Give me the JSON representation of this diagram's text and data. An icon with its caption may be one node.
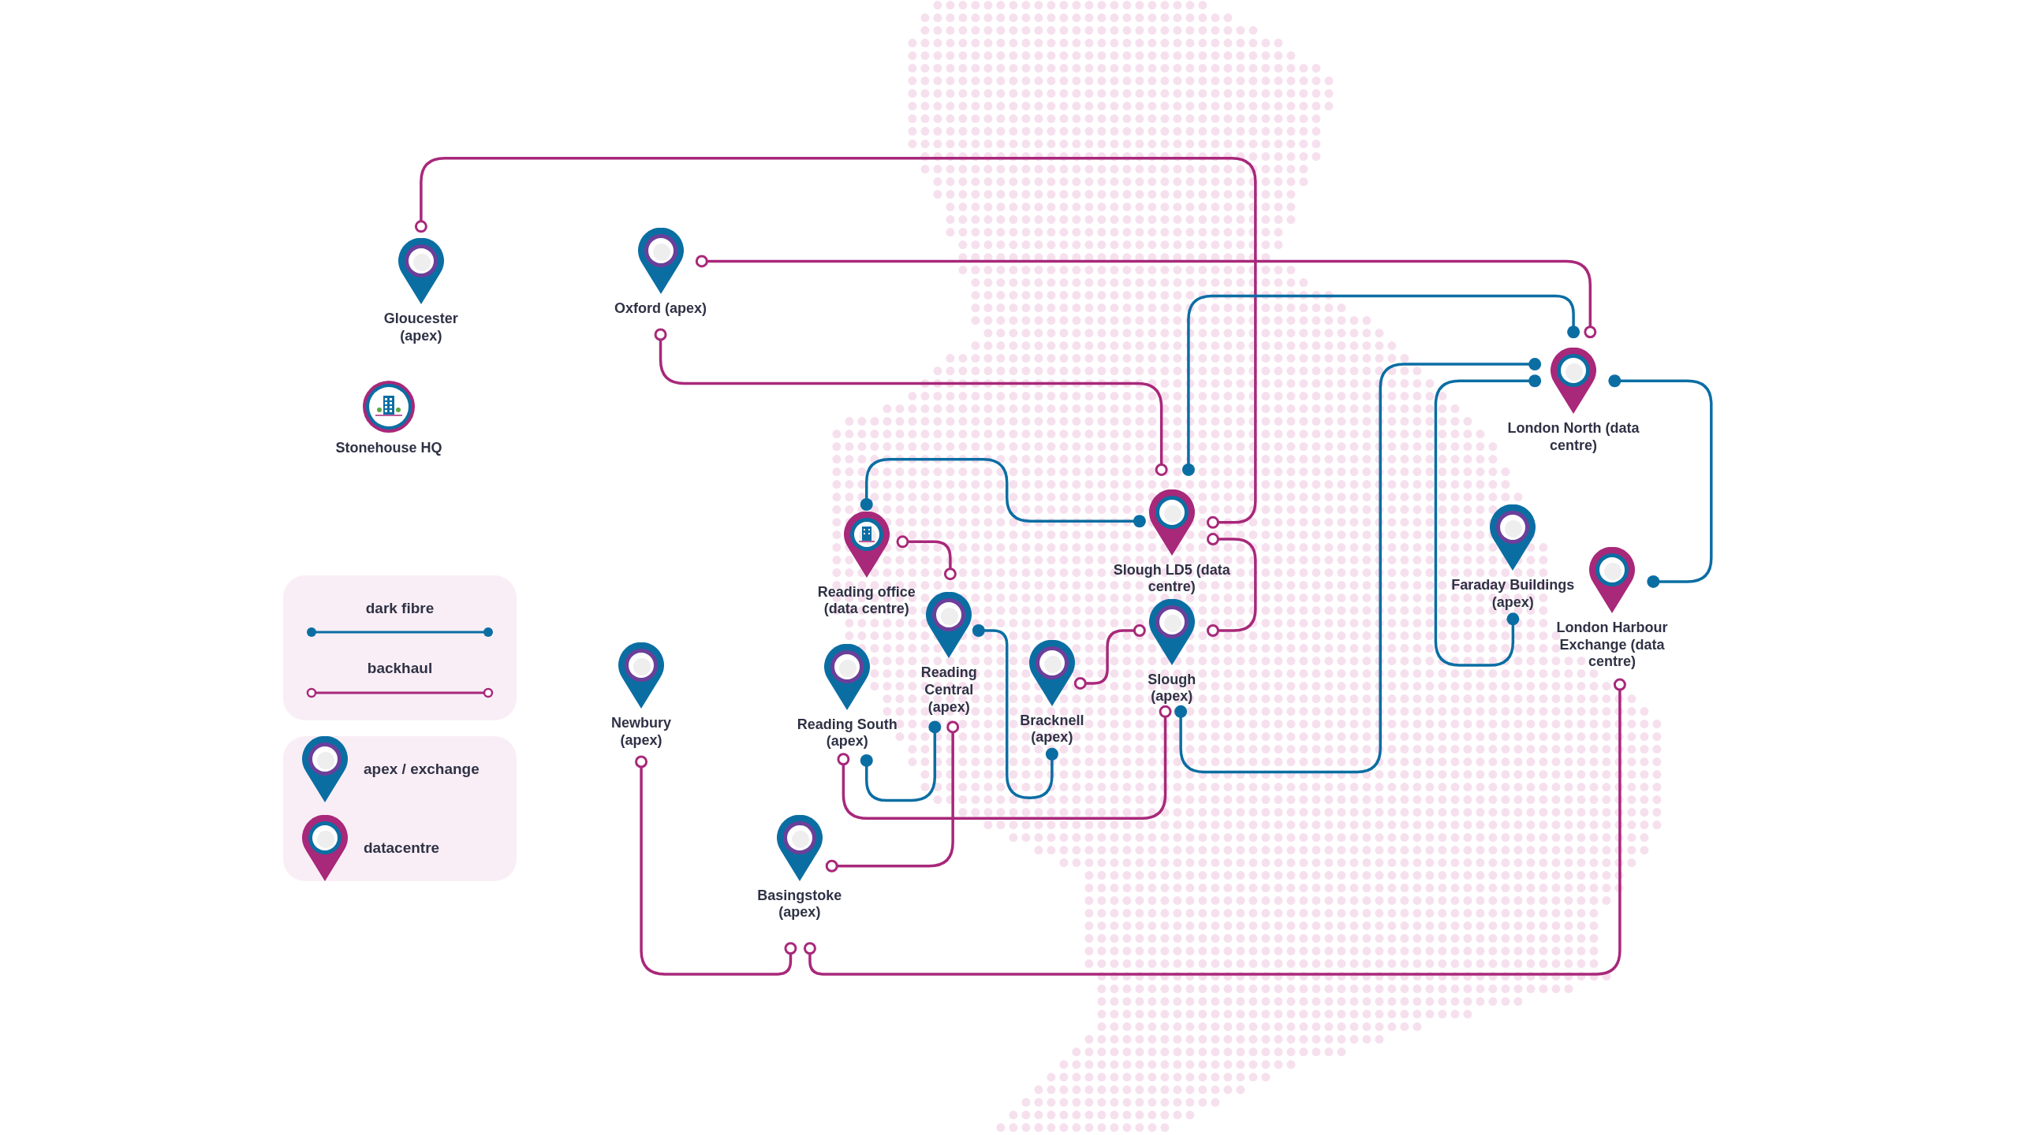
{
  "diagram": {
    "nodes": [
      {
        "text": [
          "Gloucester (apex)"
        ]
      },
      {
        "text": [
          "Oxford (apex)"
        ]
      },
      {
        "text": [
          "Stonehouse HQ"
        ]
      },
      {
        "text": [
          "Reading office (data centre)"
        ]
      },
      {
        "text": [
          "Slough LD5 (data centre)"
        ]
      },
      {
        "text": [
          "London North (data centre)"
        ]
      },
      {
        "text": [
          "Reading Central (apex)"
        ]
      },
      {
        "text": [
          "Slough (apex)"
        ]
      },
      {
        "text": [
          "Faraday Buildings (apex)"
        ]
      },
      {
        "text": [
          "London Harbour Exchange (data centre)"
        ]
      },
      {
        "text": [
          "Newbury (apex)"
        ]
      },
      {
        "text": [
          "Reading South (apex)"
        ]
      },
      {
        "text": [
          "Bracknell (apex)"
        ]
      },
      {
        "text": [
          "Basingstoke (apex)"
        ]
      }
    ],
    "edges": [
      {
        "from": 0,
        "to": 4,
        "arrow": "other"
      },
      {
        "from": 1,
        "to": 5,
        "arrow": "other"
      },
      {
        "from": 1,
        "to": 4,
        "arrow": "other"
      },
      {
        "from": 3,
        "to": 6,
        "arrow": "other"
      },
      {
        "from": 4,
        "to": 7,
        "arrow": "other"
      },
      {
        "from": 12,
        "to": 7,
        "arrow": "other"
      },
      {
        "from": 11,
        "to": 7,
        "arrow": "other"
      },
      {
        "from": 6,
        "to": 13,
        "arrow": "other"
      },
      {
        "from": 10,
        "to": 13,
        "arrow": "other"
      },
      {
        "from": 13,
        "to": 9,
        "arrow": "other"
      },
      {
        "from": 3,
        "to": 4,
        "arrow": "other",
        "color": "#0b6ea3"
      },
      {
        "from": 4,
        "to": 5,
        "arrow": "other",
        "color": "#0b6ea3"
      },
      {
        "from": 6,
        "to": 12,
        "arrow": "other",
        "color": "#0b6ea3"
      },
      {
        "from": 11,
        "to": 6,
        "arrow": "other",
        "color": "#0b6ea3"
      },
      {
        "from": 7,
        "to": 5,
        "arrow": "other",
        "color": "#0b6ea3"
      },
      {
        "from": 5,
        "to": 8,
        "arrow": "other",
        "color": "#0b6ea3"
      },
      {
        "from": 5,
        "to": 9,
        "arrow": "other",
        "color": "#0b6ea3"
      }
    ],
    "legend": [
      {
        "text": "dark fibre"
      },
      {
        "text": "backhaul"
      },
      {
        "text": "apex / exchange"
      },
      {
        "text": "datacentre"
      }
    ]
  }
}
